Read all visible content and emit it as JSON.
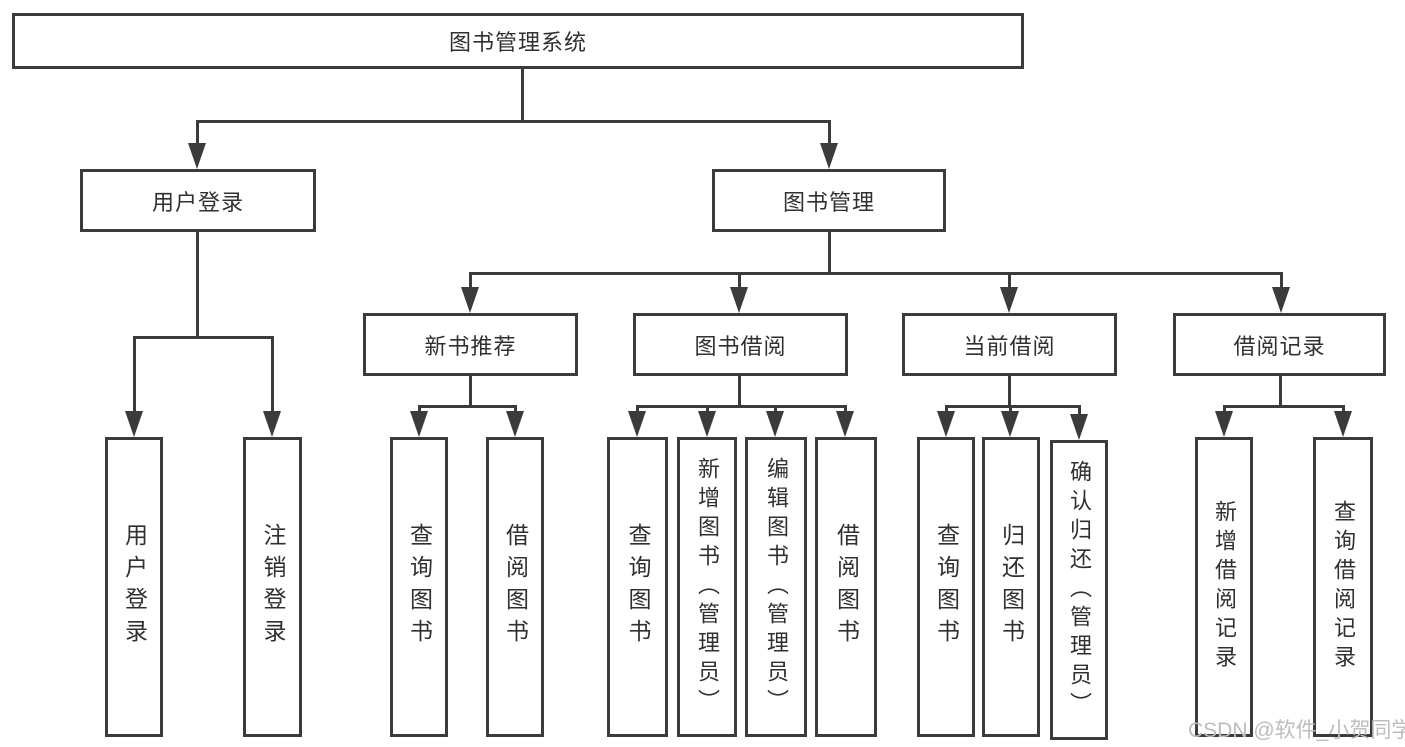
{
  "tree": {
    "root": {
      "label": "图书管理系统"
    },
    "branches": [
      {
        "label": "用户登录",
        "children": [
          {
            "label": "用户登录"
          },
          {
            "label": "注销登录"
          }
        ]
      },
      {
        "label": "图书管理",
        "children": [
          {
            "label": "新书推荐",
            "children": [
              {
                "label": "查询图书"
              },
              {
                "label": "借阅图书"
              }
            ]
          },
          {
            "label": "图书借阅",
            "children": [
              {
                "label": "查询图书"
              },
              {
                "label": "新增图书（管理员）"
              },
              {
                "label": "编辑图书（管理员）"
              },
              {
                "label": "借阅图书"
              }
            ]
          },
          {
            "label": "当前借阅",
            "children": [
              {
                "label": "查询图书"
              },
              {
                "label": "归还图书"
              },
              {
                "label": "确认归还（管理员）"
              }
            ]
          },
          {
            "label": "借阅记录",
            "children": [
              {
                "label": "新增借阅记录"
              },
              {
                "label": "查询借阅记录"
              }
            ]
          }
        ]
      }
    ]
  },
  "watermark": {
    "text": "CSDN @软件_小贺同学"
  },
  "colors": {
    "line": "#3b3b3b",
    "text": "#303030",
    "watermark": "#bdbdbd",
    "background": "#ffffff"
  }
}
